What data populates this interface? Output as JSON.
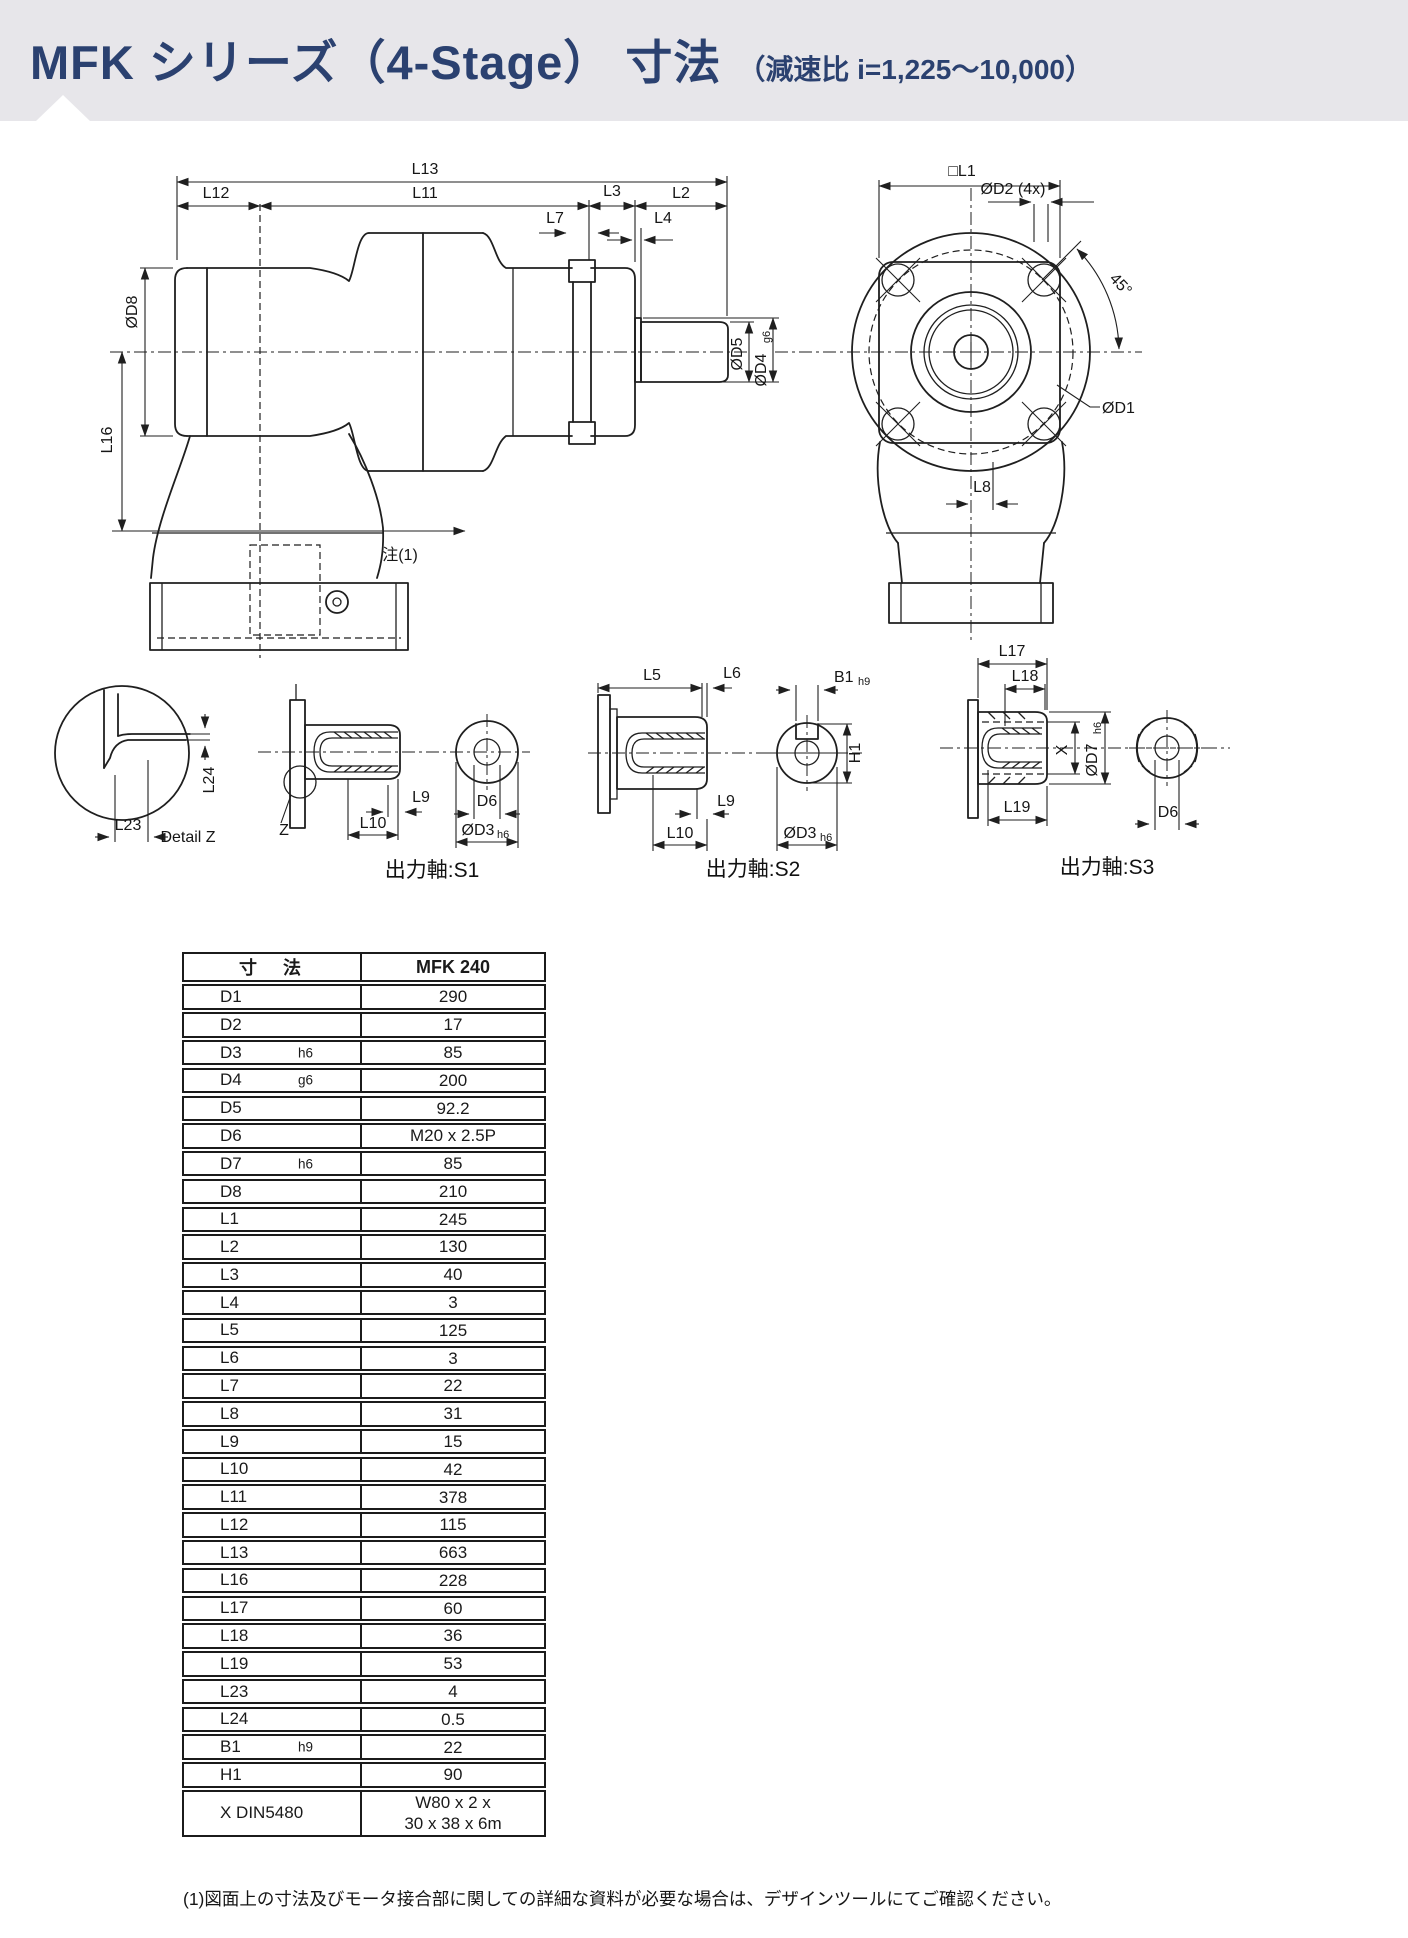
{
  "page": {
    "bg": "#ffffff",
    "header_bg": "#e7e6ea",
    "accent": "#2b4170",
    "line_color": "#1f1f1f"
  },
  "header": {
    "title": "MFK シリーズ（4-Stage） 寸法",
    "subtitle": "（減速比 i=1,225～10,000）"
  },
  "drawings": {
    "side_view": {
      "labels": {
        "l13": "L13",
        "l12": "L12",
        "l11": "L11",
        "l3": "L3",
        "l2": "L2",
        "l7": "L7",
        "l4": "L4",
        "d8": "ØD8",
        "l16": "L16",
        "d5": "ØD5",
        "d4": "ØD4",
        "d4_tol": "g6",
        "note": "注(1)"
      }
    },
    "front_view": {
      "labels": {
        "l1": "□L1",
        "d2": "ØD2 (4x)",
        "angle": "45°",
        "d1": "ØD1",
        "l8": "L8"
      }
    },
    "detail_z": {
      "labels": {
        "l24": "L24",
        "l23": "L23",
        "caption": "Detail Z"
      }
    },
    "shaft_s1": {
      "labels": {
        "z": "Z",
        "l9": "L9",
        "l10": "L10",
        "d6": "D6",
        "d3": "ØD3",
        "d3_tol": "h6"
      },
      "caption": "出力軸:S1"
    },
    "shaft_s2": {
      "labels": {
        "l5": "L5",
        "l6": "L6",
        "b1": "B1",
        "b1_tol": "h9",
        "h1": "H1",
        "l9": "L9",
        "l10": "L10",
        "d3": "ØD3",
        "d3_tol": "h6"
      },
      "caption": "出力軸:S2"
    },
    "shaft_s3": {
      "labels": {
        "l17": "L17",
        "l18": "L18",
        "x": "X",
        "d7": "ØD7",
        "d7_tol": "h6",
        "l19": "L19",
        "d6": "D6"
      },
      "caption": "出力軸:S3"
    }
  },
  "table": {
    "header": {
      "dim": "寸　法",
      "model": "MFK 240"
    },
    "rows": [
      {
        "label": "D1",
        "tol": "",
        "value": "290"
      },
      {
        "label": "D2",
        "tol": "",
        "value": "17"
      },
      {
        "label": "D3",
        "tol": "h6",
        "value": "85"
      },
      {
        "label": "D4",
        "tol": "g6",
        "value": "200"
      },
      {
        "label": "D5",
        "tol": "",
        "value": "92.2"
      },
      {
        "label": "D6",
        "tol": "",
        "value": "M20 x 2.5P"
      },
      {
        "label": "D7",
        "tol": "h6",
        "value": "85"
      },
      {
        "label": "D8",
        "tol": "",
        "value": "210"
      },
      {
        "label": "L1",
        "tol": "",
        "value": "245"
      },
      {
        "label": "L2",
        "tol": "",
        "value": "130"
      },
      {
        "label": "L3",
        "tol": "",
        "value": "40"
      },
      {
        "label": "L4",
        "tol": "",
        "value": "3"
      },
      {
        "label": "L5",
        "tol": "",
        "value": "125"
      },
      {
        "label": "L6",
        "tol": "",
        "value": "3"
      },
      {
        "label": "L7",
        "tol": "",
        "value": "22"
      },
      {
        "label": "L8",
        "tol": "",
        "value": "31"
      },
      {
        "label": "L9",
        "tol": "",
        "value": "15"
      },
      {
        "label": "L10",
        "tol": "",
        "value": "42"
      },
      {
        "label": "L11",
        "tol": "",
        "value": "378"
      },
      {
        "label": "L12",
        "tol": "",
        "value": "115"
      },
      {
        "label": "L13",
        "tol": "",
        "value": "663"
      },
      {
        "label": "L16",
        "tol": "",
        "value": "228"
      },
      {
        "label": "L17",
        "tol": "",
        "value": "60"
      },
      {
        "label": "L18",
        "tol": "",
        "value": "36"
      },
      {
        "label": "L19",
        "tol": "",
        "value": "53"
      },
      {
        "label": "L23",
        "tol": "",
        "value": "4"
      },
      {
        "label": "L24",
        "tol": "",
        "value": "0.5"
      },
      {
        "label": "B1",
        "tol": "h9",
        "value": "22"
      },
      {
        "label": "H1",
        "tol": "",
        "value": "90"
      },
      {
        "label": "X DIN5480",
        "tol": "",
        "value": "W80 x 2 x\n30 x 38 x 6m"
      }
    ]
  },
  "footnote": "(1)図面上の寸法及びモータ接合部に関しての詳細な資料が必要な場合は、デザインツールにてご確認ください。"
}
